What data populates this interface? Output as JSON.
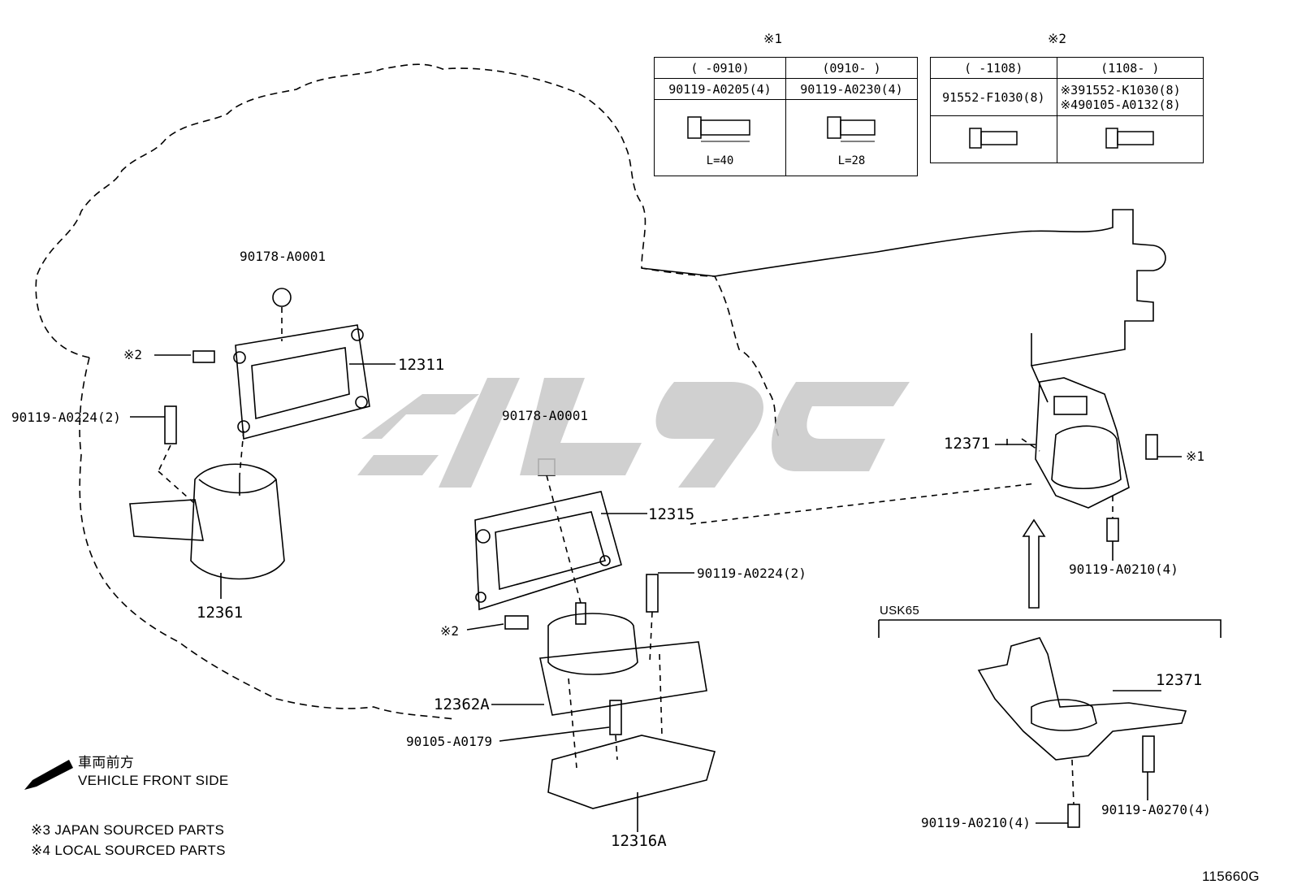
{
  "watermark": {
    "color": "#c8c8c8",
    "text": ""
  },
  "tables": {
    "note1": {
      "marker": "※1",
      "ranges": [
        "(     -0910)",
        "(0910-     )"
      ],
      "parts": [
        "90119-A0205(4)",
        "90119-A0230(4)"
      ],
      "lengths": [
        "L=40",
        "L=28"
      ]
    },
    "note2": {
      "marker": "※2",
      "ranges": [
        "(    -1108)",
        "(1108-     )"
      ],
      "parts": [
        "91552-F1030(8)",
        "※391552-K1030(8)",
        "※490105-A0132(8)"
      ]
    }
  },
  "callouts": {
    "p90178_top": "90178-A0001",
    "p12311": "12311",
    "note2_left": "※2",
    "p90119_a0224_left": "90119-A0224(2)",
    "p12361": "12361",
    "p90178_mid": "90178-A0001",
    "p12315": "12315",
    "p90119_a0224_mid": "90119-A0224(2)",
    "note2_mid": "※2",
    "p12362a": "12362A",
    "p90105_a0179": "90105-A0179",
    "p12316a": "12316A",
    "p12371_top": "12371",
    "note1_right": "※1",
    "p90119_a0210_top": "90119-A0210(4)",
    "usk65": "USK65",
    "p12371_bottom": "12371",
    "p90119_a0210_bottom": "90119-A0210(4)",
    "p90119_a0270": "90119-A0270(4)"
  },
  "legend": {
    "front_jp": "車両前方",
    "front_en": "VEHICLE FRONT SIDE",
    "note3": "※3 JAPAN SOURCED PARTS",
    "note4": "※4 LOCAL SOURCED PARTS"
  },
  "figure_id": "115660G"
}
